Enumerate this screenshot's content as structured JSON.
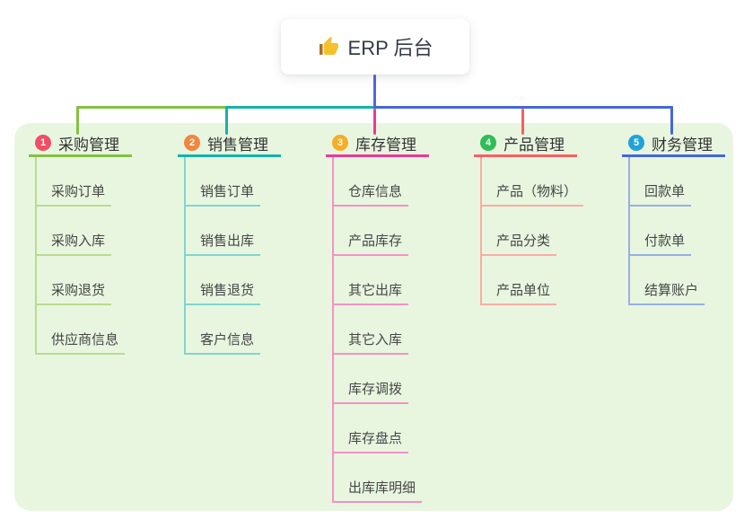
{
  "root": {
    "title": "ERP 后台",
    "icon": "thumbs-up"
  },
  "colors": {
    "panel_bg": "#e8f6e0",
    "root_connector": "#5467d6",
    "root_text": "#333a45",
    "thumb_gold": "#f5c02e",
    "thumb_cuff": "#b06a28"
  },
  "branches": [
    {
      "index": "1",
      "title": "采购管理",
      "badge_color": "#ef4e66",
      "line_color": "#84c043",
      "item_line_color": "#bada90",
      "items": [
        "采购订单",
        "采购入库",
        "采购退货",
        "供应商信息"
      ]
    },
    {
      "index": "2",
      "title": "销售管理",
      "badge_color": "#f0863f",
      "line_color": "#14b2aa",
      "item_line_color": "#80d5ce",
      "items": [
        "销售订单",
        "销售出库",
        "销售退货",
        "客户信息"
      ]
    },
    {
      "index": "3",
      "title": "库存管理",
      "badge_color": "#f6ad27",
      "line_color": "#e93a96",
      "item_line_color": "#f392c5",
      "items": [
        "仓库信息",
        "产品库存",
        "其它出库",
        "其它入库",
        "库存调拨",
        "库存盘点",
        "出库库明细"
      ]
    },
    {
      "index": "4",
      "title": "产品管理",
      "badge_color": "#2fbd57",
      "line_color": "#f85f61",
      "item_line_color": "#fbaba5",
      "items": [
        "产品（物料）",
        "产品分类",
        "产品单位"
      ]
    },
    {
      "index": "5",
      "title": "财务管理",
      "badge_color": "#21a3da",
      "line_color": "#4467da",
      "item_line_color": "#98afe3",
      "items": [
        "回款单",
        "付款单",
        "结算账户"
      ]
    }
  ]
}
